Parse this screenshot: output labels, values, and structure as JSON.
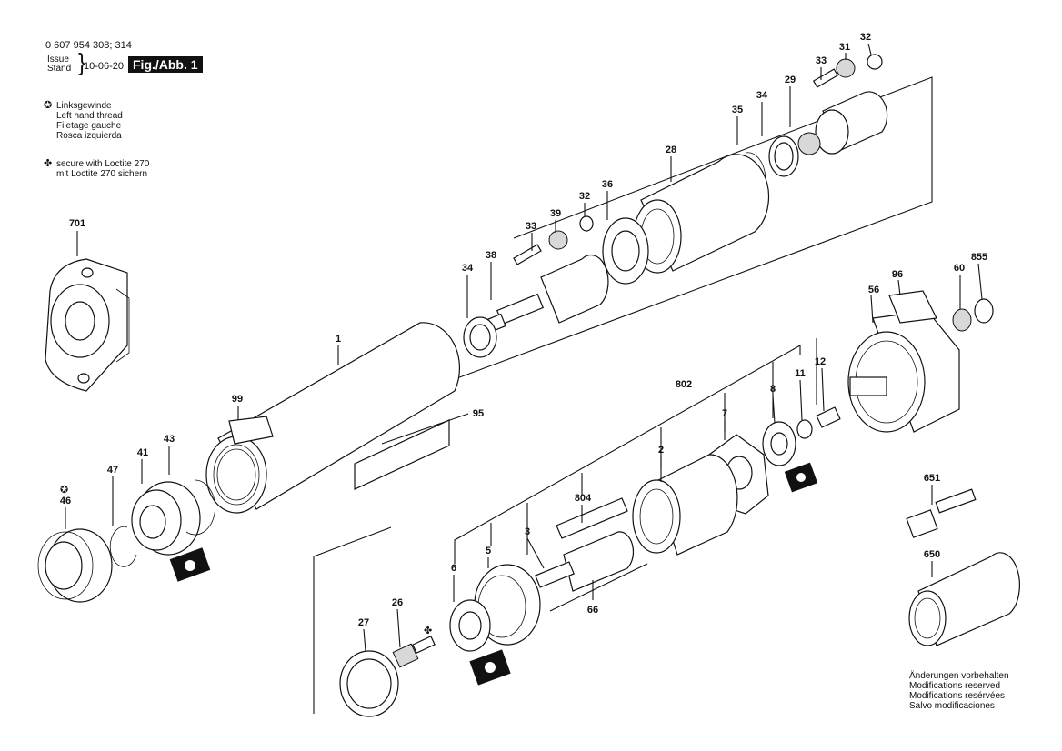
{
  "header": {
    "part_numbers": "0 607 954 308; 314",
    "issue_label_1": "Issue",
    "issue_label_2": "Stand",
    "issue_date": "10-06-20",
    "figure": "Fig./Abb. 1"
  },
  "legend": {
    "left_hand_thread": [
      "Linksgewinde",
      "Left hand thread",
      "Filetage gauche",
      "Rosca izquierda"
    ],
    "loctite": [
      "secure with Loctite 270",
      "mit Loctite 270 sichern"
    ]
  },
  "notes": [
    "Änderungen vorbehalten",
    "Modifications reserved",
    "Modifications resérvées",
    "Salvo modificaciones"
  ],
  "part_labels": {
    "p1": "1",
    "p2": "2",
    "p3": "3",
    "p5": "5",
    "p6": "6",
    "p7": "7",
    "p8": "8",
    "p11": "11",
    "p12": "12",
    "p26": "26",
    "p27": "27",
    "p28": "28",
    "p29": "29",
    "p31": "31",
    "p32a": "32",
    "p32b": "32",
    "p33a": "33",
    "p33b": "33",
    "p34a": "34",
    "p34b": "34",
    "p35": "35",
    "p36": "36",
    "p38": "38",
    "p39": "39",
    "p41": "41",
    "p43": "43",
    "p46": "46",
    "p47": "47",
    "p56": "56",
    "p60": "60",
    "p66": "66",
    "p95": "95",
    "p96": "96",
    "p99": "99",
    "p650": "650",
    "p651": "651",
    "p701": "701",
    "p802": "802",
    "p804": "804",
    "p855": "855"
  }
}
